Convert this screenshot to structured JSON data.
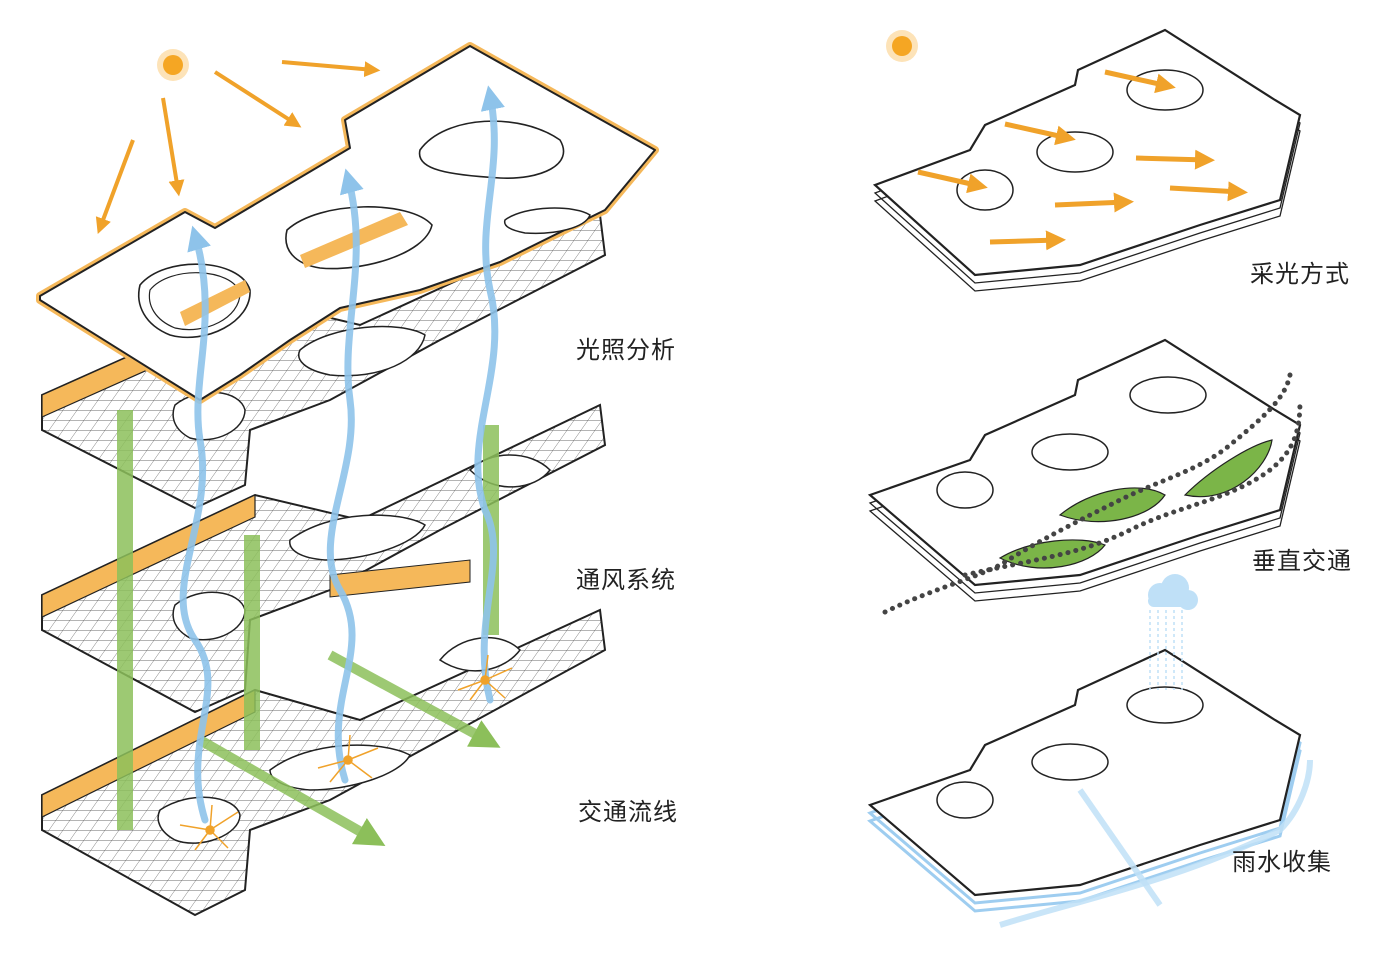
{
  "labels": {
    "light_analysis": "光照分析",
    "ventilation": "通风系统",
    "circulation": "交通流线",
    "daylighting": "采光方式",
    "vertical_traffic": "垂直交通",
    "rain_collection": "雨水收集"
  },
  "colors": {
    "sun": "#f5a623",
    "light_arrow": "#f0a22a",
    "air_arrow": "#8ec3ea",
    "circulation": "#8cbf5a",
    "floor_edge": "#f5b85a",
    "rain": "#bfe0f7",
    "path_dots": "#444444"
  }
}
